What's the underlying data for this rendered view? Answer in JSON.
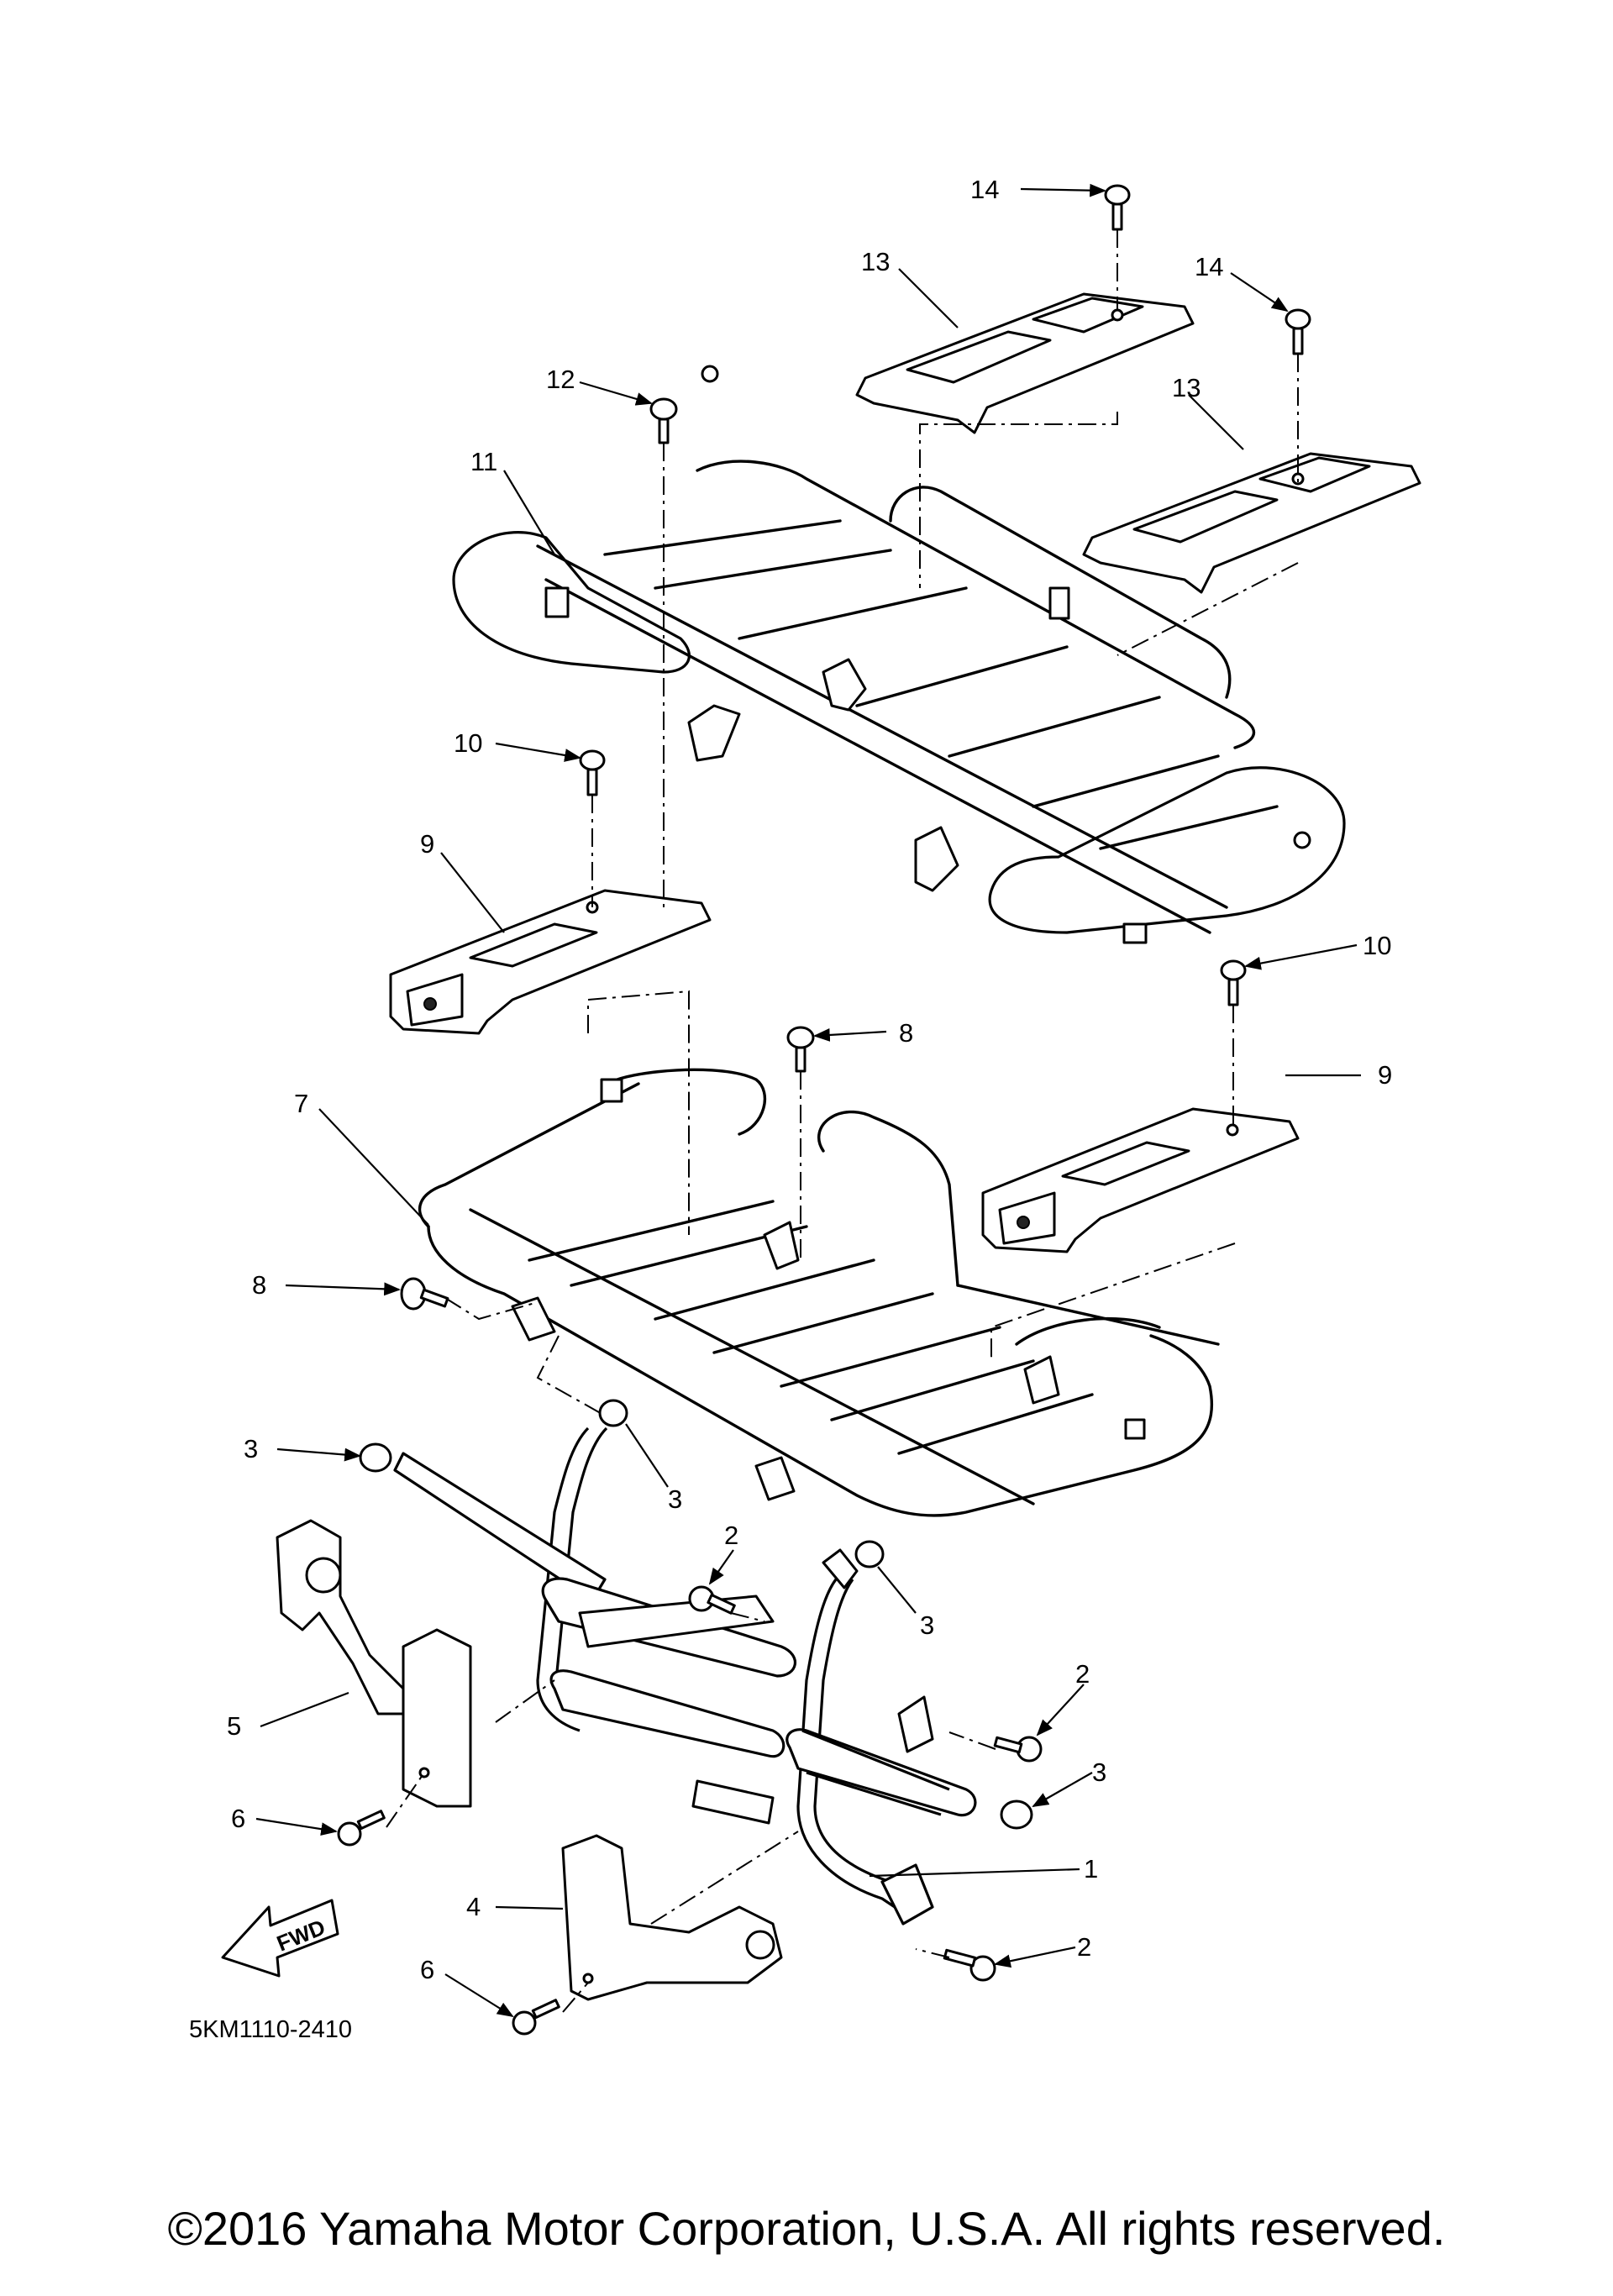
{
  "callouts": {
    "c14a": "14",
    "c13a": "13",
    "c14b": "14",
    "c12": "12",
    "c13b": "13",
    "c11": "11",
    "c10a": "10",
    "c9a": "9",
    "c10b": "10",
    "c8a": "8",
    "c9b": "9",
    "c7": "7",
    "c8b": "8",
    "c3a": "3",
    "c3b": "3",
    "c2a": "2",
    "c3c": "3",
    "c5": "5",
    "c2b": "2",
    "c3d": "3",
    "c6a": "6",
    "c1": "1",
    "c4": "4",
    "c2c": "2",
    "c6b": "6"
  },
  "fwd_label": "FWD",
  "diagram_code": "5KM1110-2410",
  "copyright": "©2016 Yamaha Motor Corporation, U.S.A. All rights reserved."
}
